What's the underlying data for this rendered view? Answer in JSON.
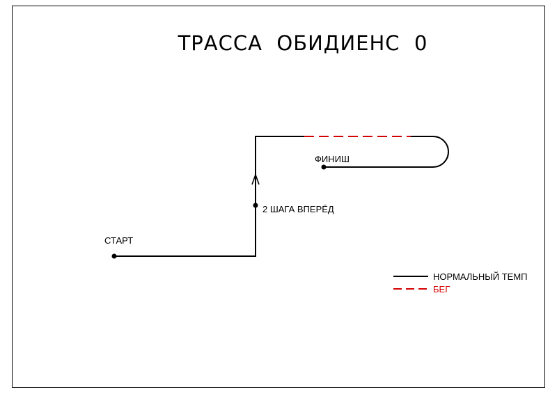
{
  "title": "ТРАССА  ОБИДИЕНС  0",
  "labels": {
    "start": "СТАРТ",
    "finish": "ФИНИШ",
    "step_forward": "2 ШАГА ВПЕРЁД"
  },
  "legend": {
    "normal": "НОРМАЛЬНЫЙ ТЕМП",
    "run": "БЕГ"
  },
  "colors": {
    "normal": "#000000",
    "run": "#d40000",
    "frame": "#000000"
  }
}
